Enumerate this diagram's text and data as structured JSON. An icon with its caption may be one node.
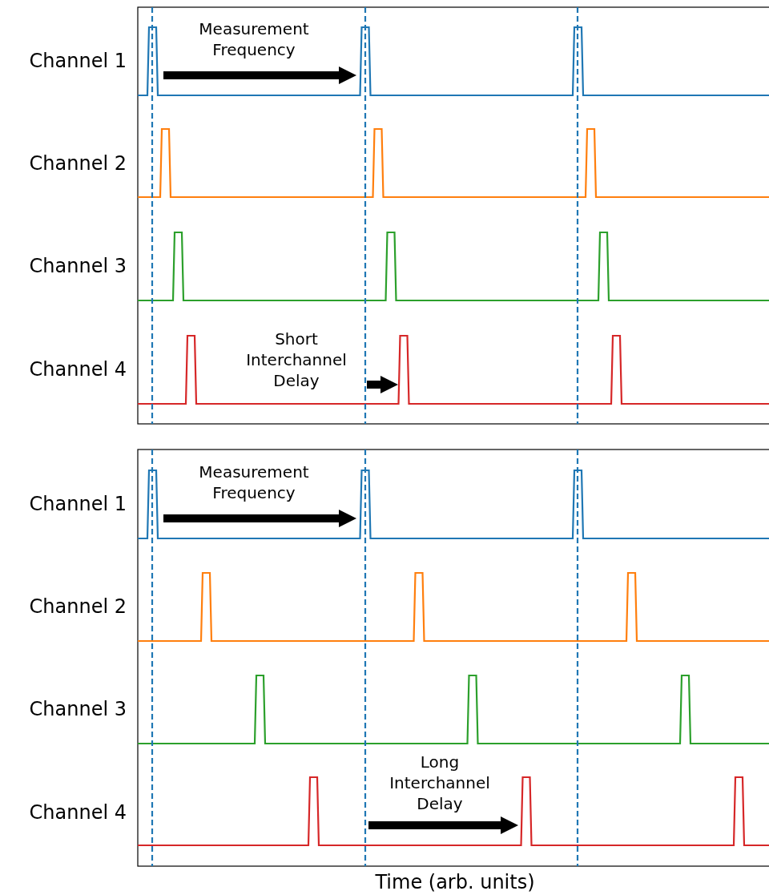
{
  "diagram": {
    "labels": [
      "Channel 1",
      "Measurement Frequency",
      "Channel 2",
      "Channel 3",
      "Short Interchannel Delay",
      "Channel 4",
      "Channel 1",
      "Measurement Frequency",
      "Channel 2",
      "Channel 3",
      "Long Interchannel Delay",
      "Channel 4",
      "Time (arb. units)"
    ]
  }
}
